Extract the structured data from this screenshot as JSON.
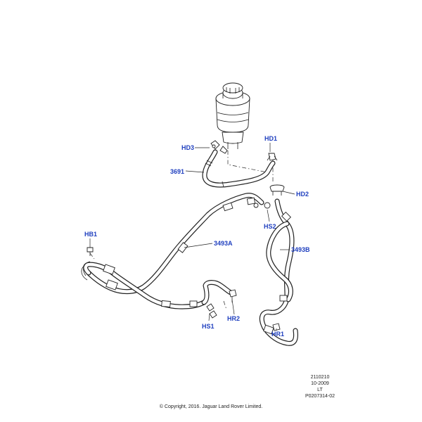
{
  "callouts": {
    "hd3": "HD3",
    "hd1": "HD1",
    "c3691": "3691",
    "hd2": "HD2",
    "hs2": "HS2",
    "hb1": "HB1",
    "c3493a": "3493A",
    "c3493b": "3493B",
    "hs1": "HS1",
    "hr2": "HR2",
    "hr1": "HR1"
  },
  "meta": {
    "code": "2110210",
    "date": "10-2009",
    "type": "LT",
    "ref": "P0207314-02"
  },
  "copyright": "© Copyright, 2016. Jaguar Land Rover Limited.",
  "colors": {
    "callout": "#1f3fbf",
    "line": "#222222"
  }
}
